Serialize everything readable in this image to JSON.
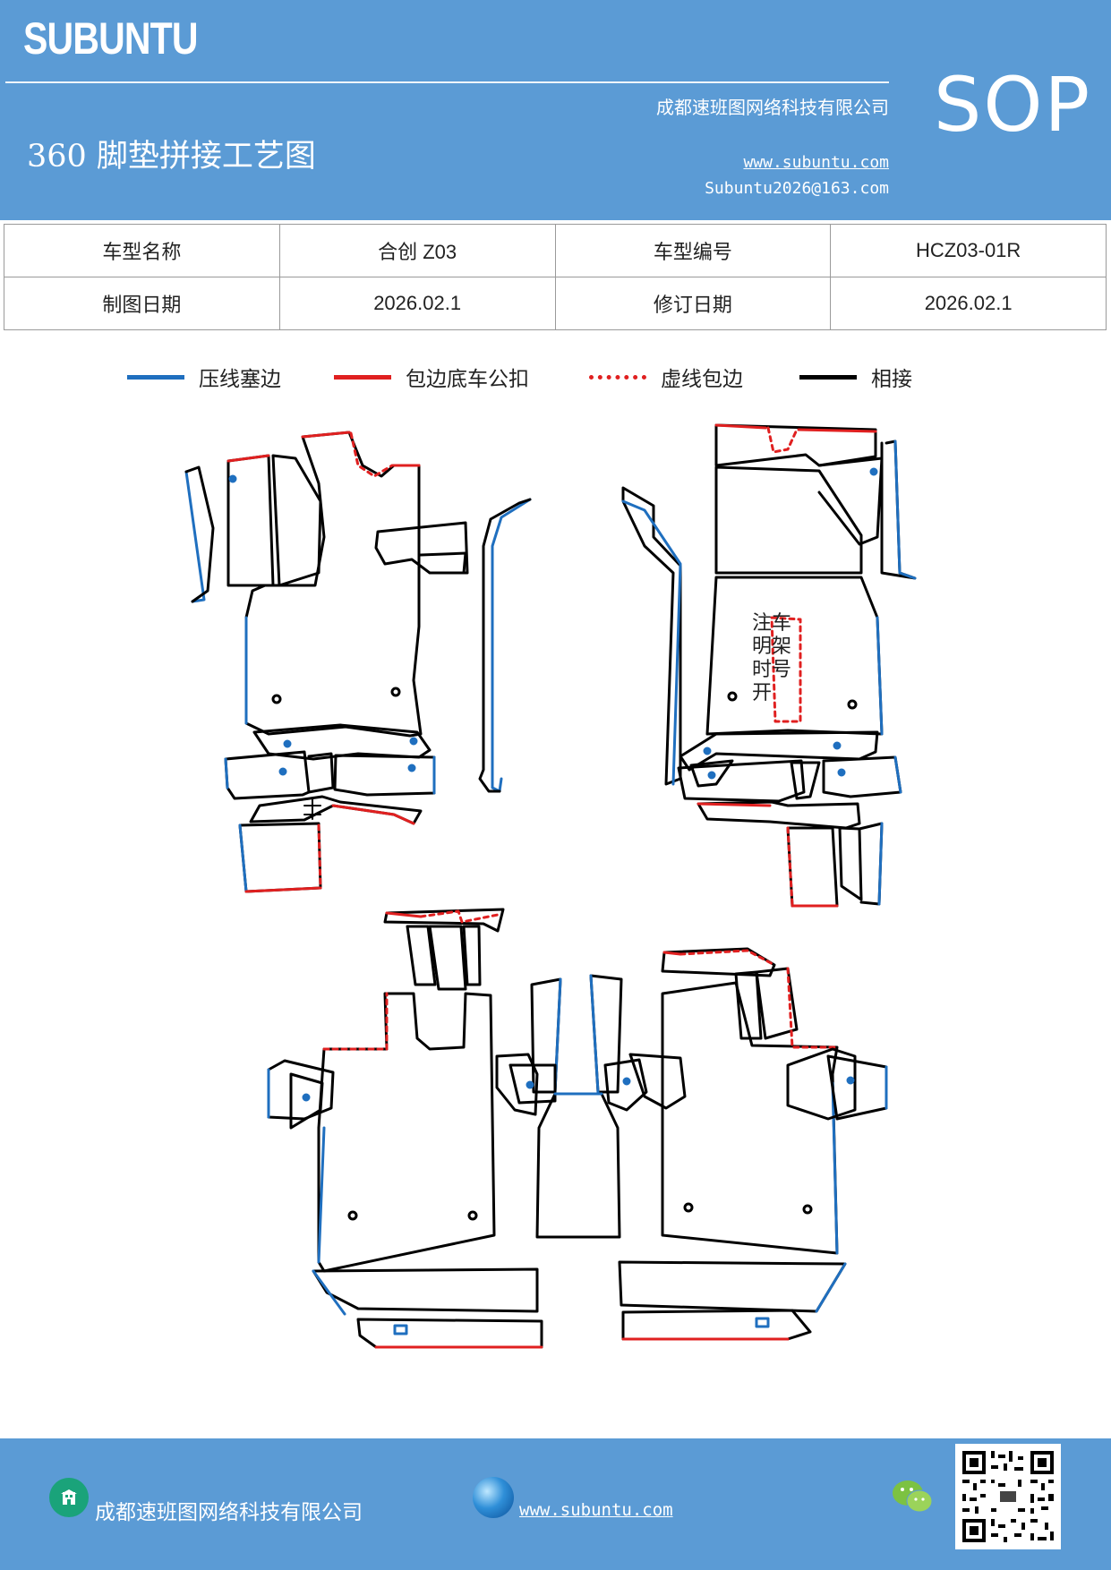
{
  "header": {
    "brand": "SUBUNTU",
    "company": "成都速班图网络科技有限公司",
    "title": "360 脚垫拼接工艺图",
    "website": "www.subuntu.com",
    "email": "Subuntu2026@163.com",
    "doc_type": "SOP"
  },
  "info_table": {
    "model_name_label": "车型名称",
    "model_name_value": "合创 Z03",
    "model_code_label": "车型编号",
    "model_code_value": "HCZ03-01R",
    "draw_date_label": "制图日期",
    "draw_date_value": "2026.02.1",
    "revise_date_label": "修订日期",
    "revise_date_value": "2026.02.1"
  },
  "legend": [
    {
      "label": "压线塞边",
      "color": "#1f6fbf",
      "style": "solid"
    },
    {
      "label": "包边底车公扣",
      "color": "#e02020",
      "style": "solid"
    },
    {
      "label": "虚线包边",
      "color": "#e02020",
      "style": "dotted"
    },
    {
      "label": "相接",
      "color": "#000000",
      "style": "solid"
    }
  ],
  "diagram": {
    "annotation": "注车明架时号开",
    "icons": [
      "floor-mat-pattern"
    ]
  },
  "footer": {
    "company": "成都速班图网络科技有限公司",
    "website": "www.subuntu.com",
    "icons": [
      "building-icon",
      "globe-icon",
      "wechat-icon",
      "qr-code"
    ]
  }
}
